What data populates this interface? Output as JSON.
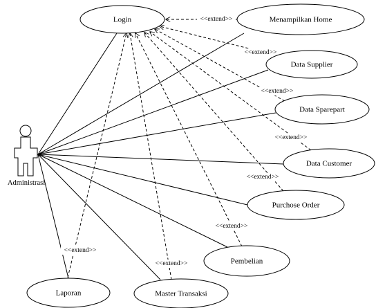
{
  "diagram": {
    "actor": {
      "name": "Administrasi",
      "icon": "actor-stick-figure-icon"
    },
    "use_cases": [
      {
        "id": "login",
        "label": "Login"
      },
      {
        "id": "menampilkan-home",
        "label": "Menampilkan Home"
      },
      {
        "id": "data-supplier",
        "label": "Data Supplier"
      },
      {
        "id": "data-sparepart",
        "label": "Data Sparepart"
      },
      {
        "id": "data-customer",
        "label": "Data Customer"
      },
      {
        "id": "purchose-order",
        "label": "Purchose Order"
      },
      {
        "id": "pembelian",
        "label": "Pembelian"
      },
      {
        "id": "laporan",
        "label": "Laporan"
      },
      {
        "id": "master-transaksi",
        "label": "Master Transaksi"
      }
    ],
    "associations": [
      "login",
      "menampilkan-home",
      "data-supplier",
      "data-sparepart",
      "data-customer",
      "purchose-order",
      "pembelian",
      "laporan",
      "master-transaksi"
    ],
    "extend_label": "<<extend>>",
    "extends": [
      {
        "from": "menampilkan-home",
        "to": "login",
        "label": "<<extend>>"
      },
      {
        "from": "data-supplier",
        "to": "login",
        "label": "<<extend>>"
      },
      {
        "from": "data-sparepart",
        "to": "login",
        "label": "<<extend>>"
      },
      {
        "from": "data-customer",
        "to": "login",
        "label": "<<extend>>"
      },
      {
        "from": "purchose-order",
        "to": "login",
        "label": "<<extend>>"
      },
      {
        "from": "pembelian",
        "to": "login",
        "label": "<<extend>>"
      },
      {
        "from": "laporan",
        "to": "login",
        "label": "<<extend>>"
      },
      {
        "from": "master-transaksi",
        "to": "login",
        "label": "<<extend>>"
      }
    ]
  }
}
